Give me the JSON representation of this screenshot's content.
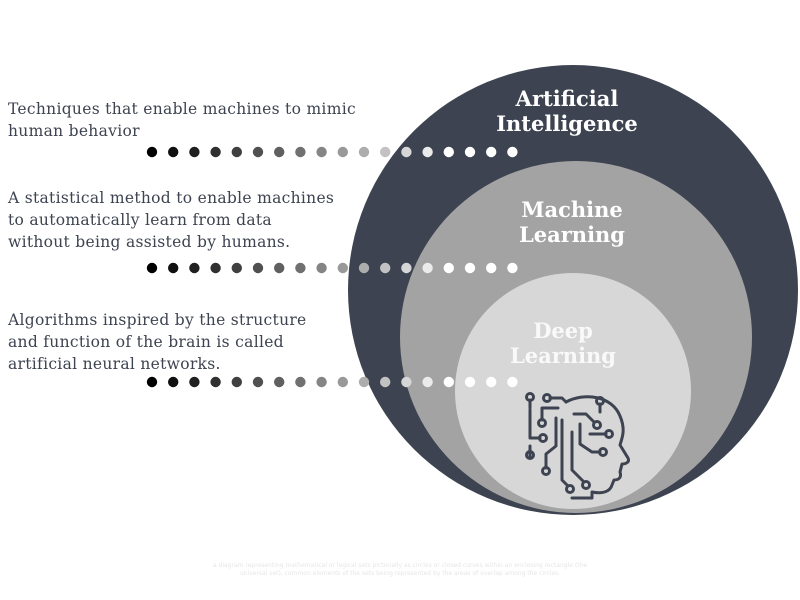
{
  "diagram": {
    "circles": [
      {
        "id": "ai",
        "label": "Artificial\nIntelligence",
        "color": "#3d4350"
      },
      {
        "id": "ml",
        "label": "Machine\nLearning",
        "color": "#a3a3a3"
      },
      {
        "id": "dl",
        "label": "Deep\nLearning",
        "color": "#d7d7d7"
      }
    ],
    "descriptions": {
      "ai": "Techniques that enable machines to mimic\nhuman behavior",
      "ml": "A statistical method to enable machines\nto automatically learn from data\nwithout being assisted by humans.",
      "dl": "Algorithms inspired by the structure\nand function of the brain is called\nartificial neural networks."
    },
    "connector_colors": [
      "#000000",
      "#101010",
      "#202020",
      "#303030",
      "#404040",
      "#505050",
      "#606060",
      "#707070",
      "#858585",
      "#999999",
      "#adadad",
      "#c2c2c2",
      "#d6d6d6",
      "#ebebeb",
      "#ffffff",
      "#ffffff",
      "#ffffff",
      "#ffffff"
    ],
    "icon": "ai-head-circuit-icon",
    "caption": "a diagram representing mathematical or logical sets pictorially as circles or closed curves within an enclosing rectangle\n(the universal set), common elements of the sets being represented by the areas of overlap among the circles."
  }
}
